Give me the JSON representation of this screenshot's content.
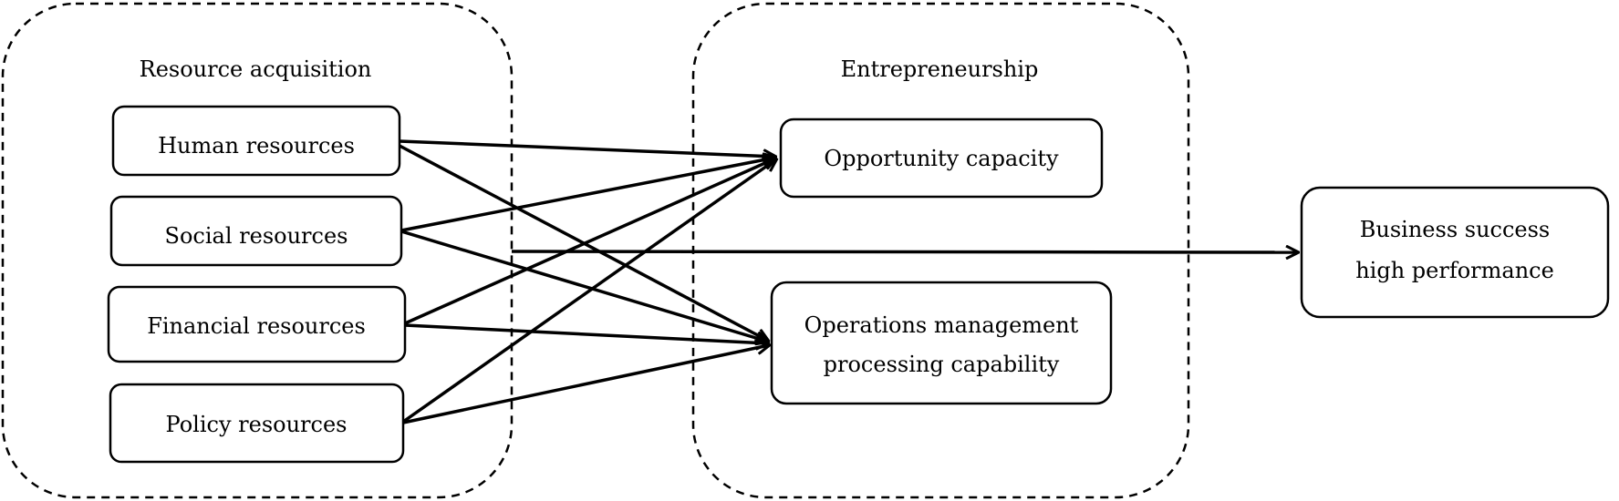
{
  "groups": {
    "resource_acquisition": "Resource acquisition",
    "entrepreneurship": "Entrepreneurship"
  },
  "nodes": {
    "human": "Human resources",
    "social": "Social resources",
    "financial": "Financial resources",
    "policy": "Policy resources",
    "opportunity": "Opportunity capacity",
    "operations": [
      "Operations management",
      "processing capability"
    ],
    "success": [
      "Business success",
      "high performance"
    ]
  },
  "edges": [
    {
      "from": "human",
      "to": "opportunity"
    },
    {
      "from": "human",
      "to": "operations"
    },
    {
      "from": "social",
      "to": "opportunity"
    },
    {
      "from": "social",
      "to": "operations"
    },
    {
      "from": "financial",
      "to": "opportunity"
    },
    {
      "from": "financial",
      "to": "operations"
    },
    {
      "from": "policy",
      "to": "opportunity"
    },
    {
      "from": "policy",
      "to": "operations"
    },
    {
      "from": "resource_acquisition",
      "to": "success"
    }
  ],
  "colors": {
    "stroke": "#000000",
    "background": "#ffffff"
  }
}
